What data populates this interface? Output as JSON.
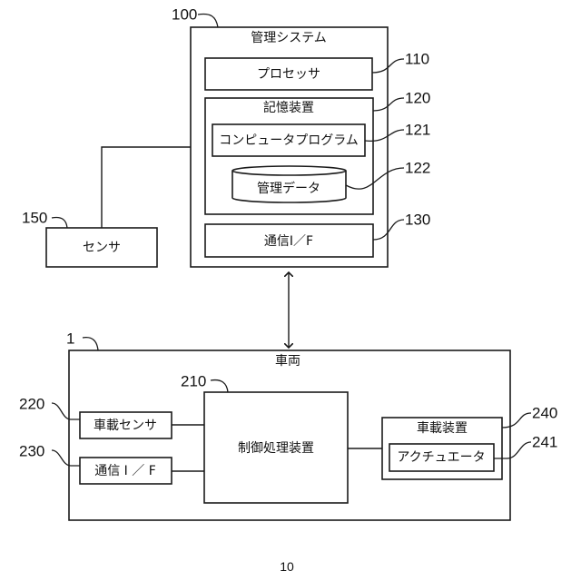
{
  "figure_number": "10",
  "management_system": {
    "ref": "100",
    "title": "管理システム",
    "processor": {
      "ref": "110",
      "label": "プロセッサ"
    },
    "storage": {
      "ref": "120",
      "title": "記憶装置",
      "program": {
        "ref": "121",
        "label": "コンピュータプログラム"
      },
      "data": {
        "ref": "122",
        "label": "管理データ"
      }
    },
    "comm_if": {
      "ref": "130",
      "label": "通信I／F"
    }
  },
  "sensor": {
    "ref": "150",
    "label": "センサ"
  },
  "vehicle": {
    "ref": "1",
    "title": "車両",
    "controller": {
      "ref": "210",
      "label": "制御処理装置"
    },
    "onboard_sensor": {
      "ref": "220",
      "label": "車載センサ"
    },
    "comm_if": {
      "ref": "230",
      "label": "通信 I ／ F"
    },
    "onboard_device": {
      "ref": "240",
      "title": "車載装置",
      "actuator": {
        "ref": "241",
        "label": "アクチュエータ"
      }
    }
  }
}
